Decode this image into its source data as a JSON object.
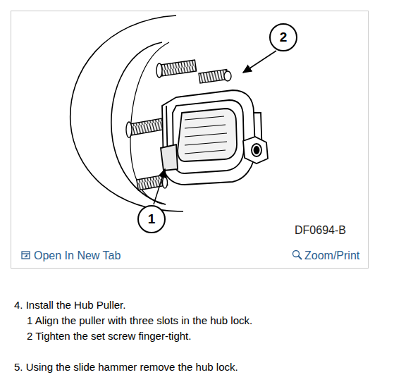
{
  "diagram": {
    "nodes": [
      {
        "text": [
          "2"
        ]
      },
      {
        "text": [
          "1"
        ]
      }
    ],
    "labels": [
      "DF0694-B",
      "Open In New Tab",
      "Zoom/Print",
      "4. Install the Hub Puller.",
      "1 Align the puller with three slots in the hub lock.",
      "2 Tighten the set screw finger-tight.",
      "5. Using the slide hammer remove the hub lock."
    ]
  }
}
